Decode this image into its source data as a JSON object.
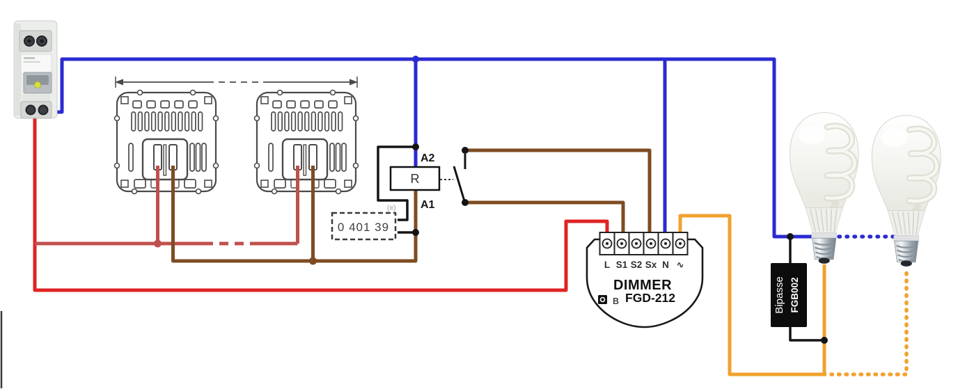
{
  "diagram": {
    "relay": {
      "label": "R",
      "terminal_top": "A2",
      "terminal_bottom": "A1"
    },
    "reference_box": {
      "code": "0 401 39",
      "mark": "(≡)"
    },
    "dimmer": {
      "title": "DIMMER",
      "model": "FGD-212",
      "button_label": "B",
      "terminals": [
        "L",
        "S1",
        "S2",
        "Sx",
        "N",
        "∿"
      ]
    },
    "bypass": {
      "name": "Bipasse",
      "model": "FGB002"
    }
  },
  "colors": {
    "neutral_blue": "#2a2ad2",
    "line_red": "#e02424",
    "switch_red": "#c0504d",
    "switched_brown": "#7e4c22",
    "lamp_orange": "#f0a22e",
    "control_black": "#141414"
  }
}
